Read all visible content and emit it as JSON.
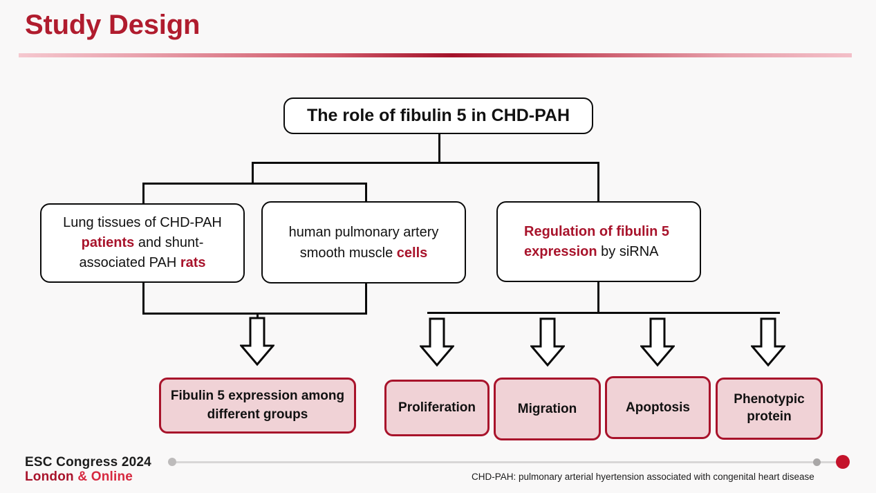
{
  "slide": {
    "title": "Study Design",
    "background_color": "#f9f8f8",
    "accent_color": "#a8132b",
    "title_color": "#b01c2e"
  },
  "diagram": {
    "root": {
      "text": "The role of fibulin 5 in CHD-PAH"
    },
    "middle_nodes": [
      {
        "id": "tissues",
        "segments": [
          {
            "text": "Lung tissues of CHD-PAH ",
            "highlight": false
          },
          {
            "text": "patients",
            "highlight": true
          },
          {
            "text": " and shunt-associated PAH ",
            "highlight": false
          },
          {
            "text": "rats",
            "highlight": true
          }
        ]
      },
      {
        "id": "cells",
        "segments": [
          {
            "text": "human pulmonary artery smooth muscle ",
            "highlight": false
          },
          {
            "text": "cells",
            "highlight": true
          }
        ]
      },
      {
        "id": "sirna",
        "segments": [
          {
            "text": "Regulation of fibulin 5 expression",
            "highlight": true
          },
          {
            "text": " by siRNA",
            "highlight": false
          }
        ]
      }
    ],
    "outcome_nodes": [
      {
        "id": "fibulin",
        "text": "Fibulin 5 expression among different groups"
      },
      {
        "id": "proliferation",
        "text": "Proliferation"
      },
      {
        "id": "migration",
        "text": "Migration"
      },
      {
        "id": "apoptosis",
        "text": "Apoptosis"
      },
      {
        "id": "phenotypic",
        "text": "Phenotypic protein"
      }
    ],
    "arrow_count": 5,
    "arrow_style": "block-down-arrow-outline"
  },
  "footer": {
    "brand_line1": "ESC Congress 2024",
    "brand_city": "London",
    "brand_mode": " & Online",
    "footnote": "CHD-PAH: pulmonary arterial hyertension associated with congenital heart disease",
    "progress": {
      "start_dot_color": "#bdbbbb",
      "mid_dot_color": "#a9a7a7",
      "end_dot_color": "#c4132b"
    }
  }
}
